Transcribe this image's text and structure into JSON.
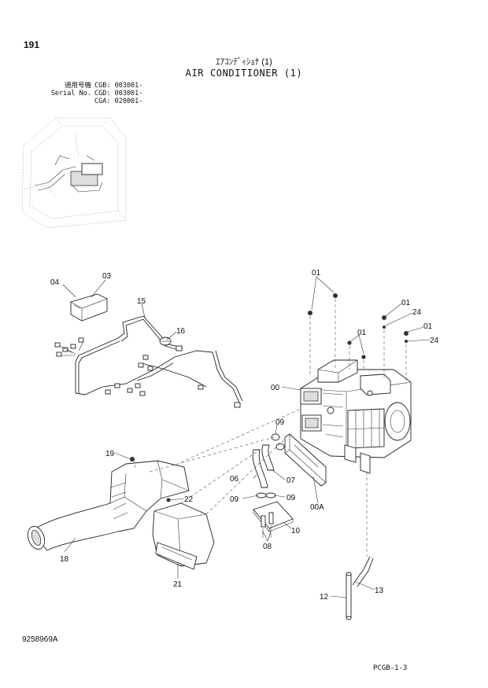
{
  "page_number": "191",
  "title_jp": "ｴｱｺﾝﾃﾞｨｼｮﾅ (1)",
  "title_en": "AIR CONDITIONER (1)",
  "serial": [
    {
      "label": "適用号機",
      "code": "CGB: 003001-"
    },
    {
      "label": "Serial No.",
      "code": "CGD: 003001-"
    },
    {
      "label": "",
      "code": "CGA: 020001-"
    }
  ],
  "callouts": {
    "c01a": "01",
    "c01b": "01",
    "c01c": "01",
    "c01d": "01",
    "c24a": "24",
    "c24b": "24",
    "c00": "00",
    "c00A": "00A",
    "c03": "03",
    "c04": "04",
    "c15": "15",
    "c16": "16",
    "c09a": "09",
    "c09b": "09",
    "c09c": "09",
    "c06": "06",
    "c07": "07",
    "c08": "08",
    "c10": "10",
    "c19": "19",
    "c22": "22",
    "c18": "18",
    "c21": "21",
    "c12": "12",
    "c13": "13"
  },
  "doc_number": "9258969A",
  "page_code": "PCGB-1-3"
}
